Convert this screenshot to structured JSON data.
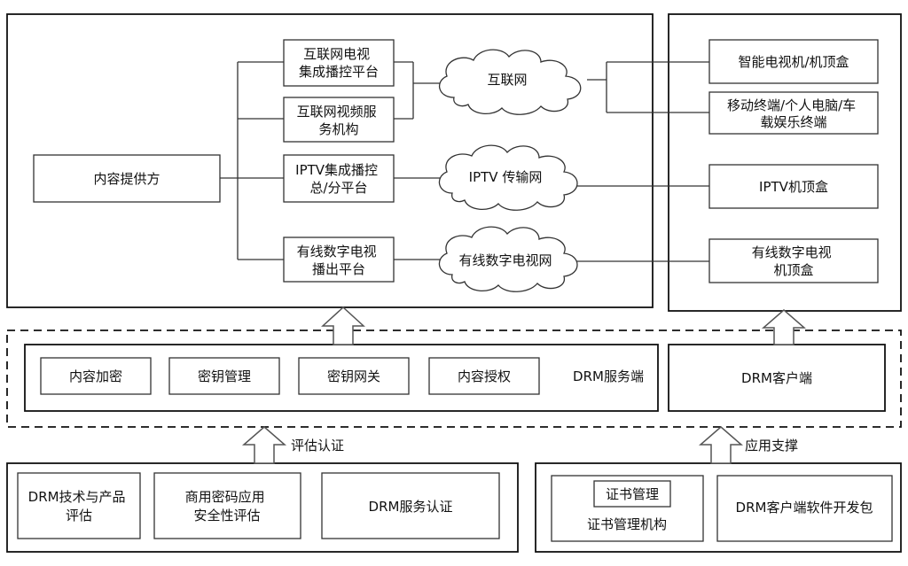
{
  "providers": {
    "content_provider": "内容提供方",
    "internet_tv_platform": [
      "互联网电视",
      "集成播控平台"
    ],
    "internet_video_service": [
      "互联网视频服",
      "务机构"
    ],
    "iptv_platform": [
      "IPTV集成播控",
      "总/分平台"
    ],
    "cable_platform": [
      "有线数字电视",
      "播出平台"
    ]
  },
  "networks": {
    "internet": "互联网",
    "iptv_network": "IPTV 传输网",
    "cable_network": "有线数字电视网"
  },
  "terminals": {
    "smart_tv": [
      "智能电视机/机顶盒"
    ],
    "mobile": [
      "移动终端/个人电脑/车",
      "载娱乐终端"
    ],
    "iptv_stb": [
      "IPTV机顶盒"
    ],
    "cable_stb": [
      "有线数字电视",
      "机顶盒"
    ]
  },
  "drm_server": {
    "items": [
      "内容加密",
      "密钥管理",
      "密钥网关",
      "内容授权"
    ],
    "label": "DRM服务端"
  },
  "drm_client": {
    "label": "DRM客户端"
  },
  "arrow_labels": {
    "evaluation": "评估认证",
    "app_support": "应用支撑"
  },
  "evaluation": {
    "tech_eval": [
      "DRM技术与产品",
      "评估"
    ],
    "crypto_eval": [
      "商用密码应用",
      "安全性评估"
    ],
    "service_cert": [
      "DRM服务认证"
    ]
  },
  "support": {
    "cert_mgmt": "证书管理",
    "cert_authority": "证书管理机构",
    "sdk": [
      "DRM客户端软件开发包"
    ]
  }
}
